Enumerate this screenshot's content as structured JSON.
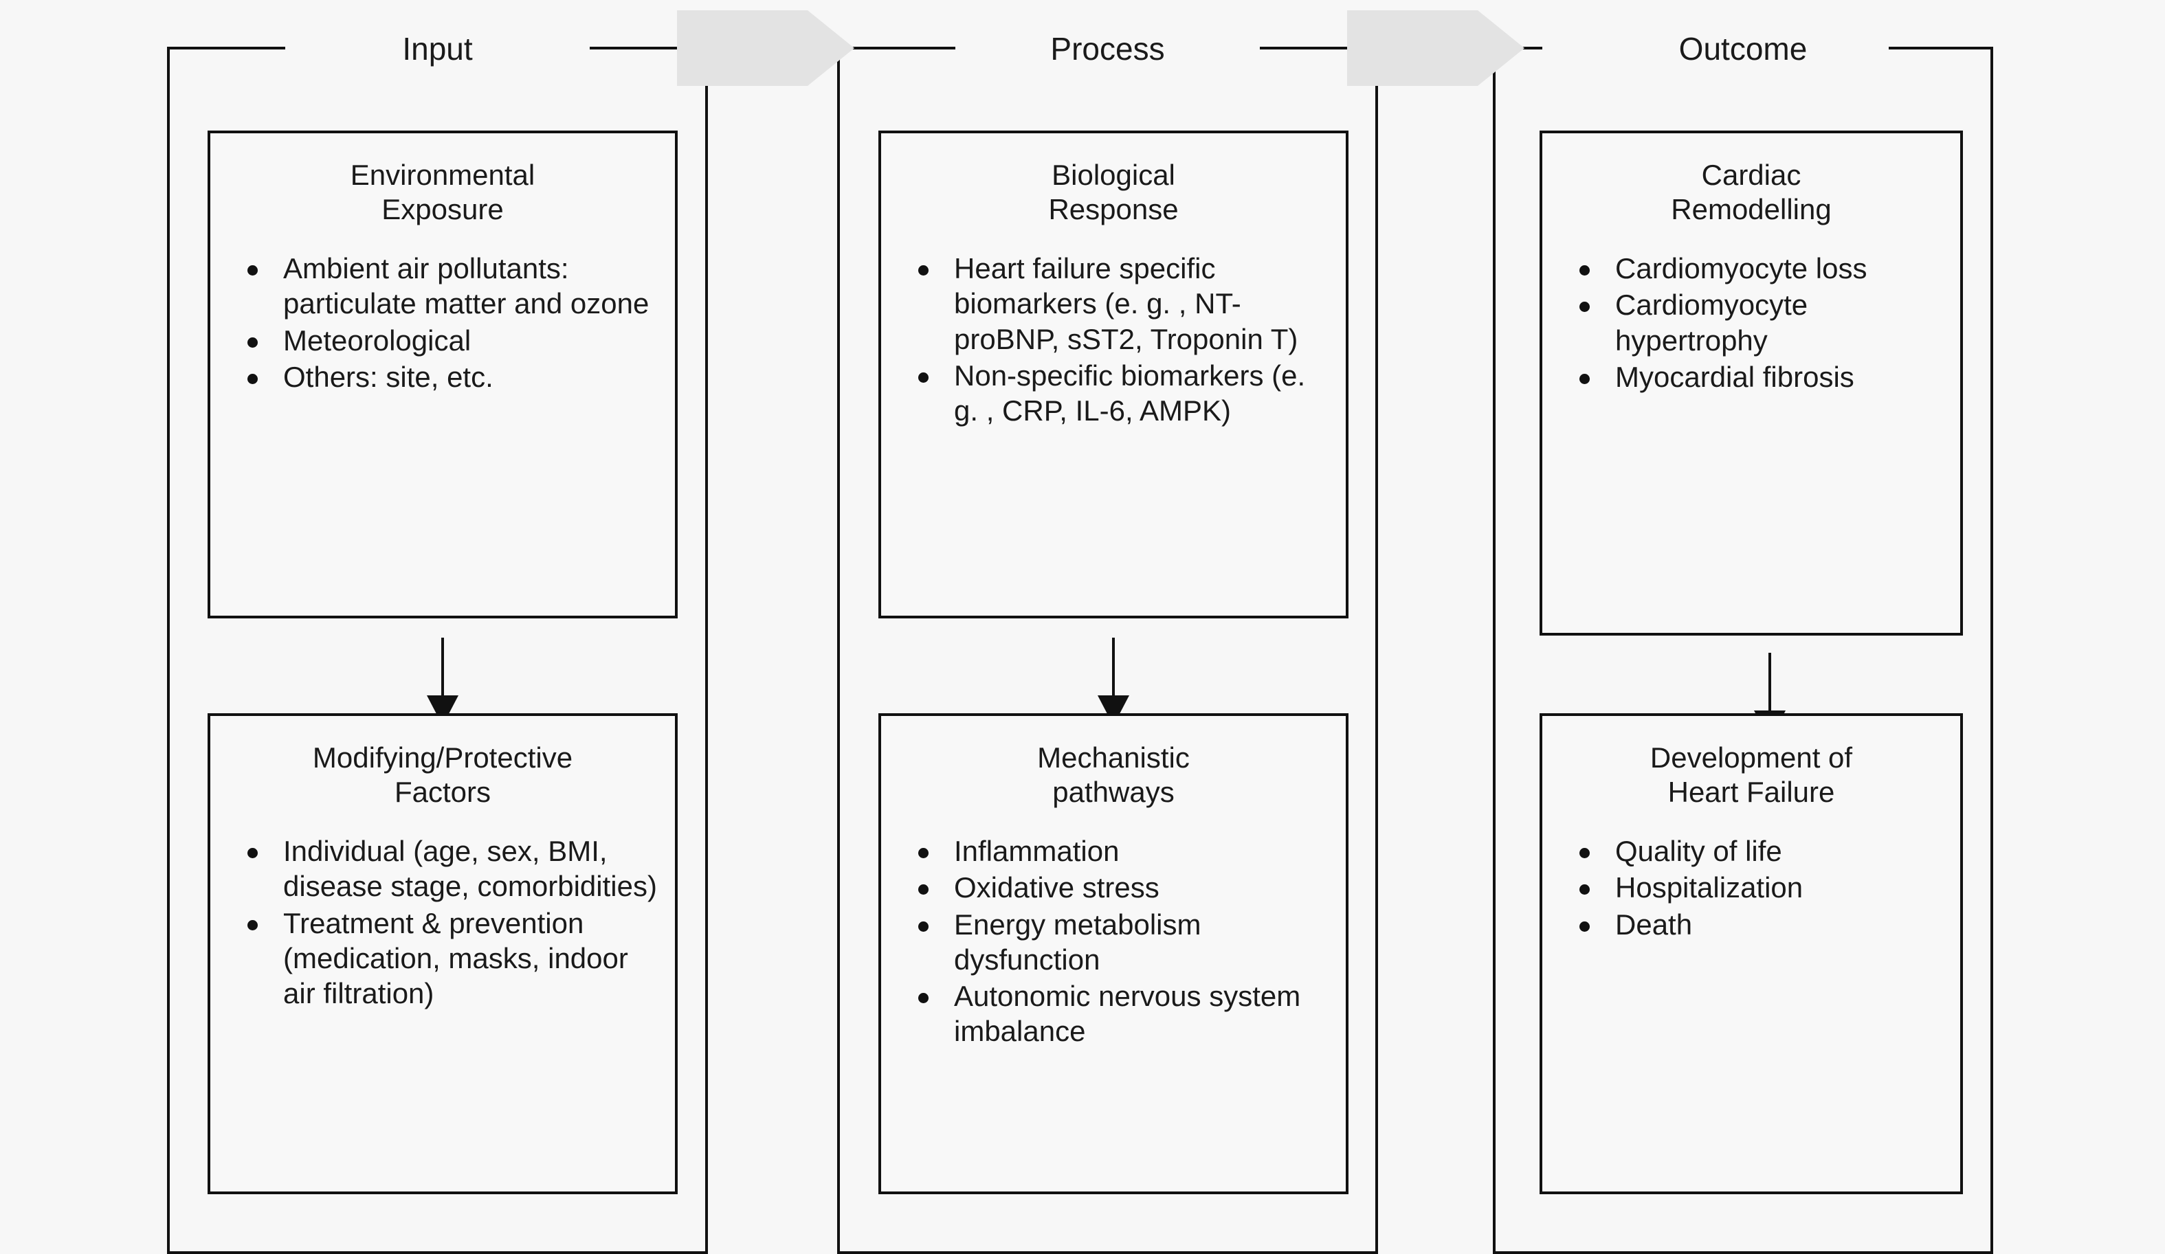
{
  "figure": {
    "background_color": "#f7f7f7",
    "line_color": "#111111",
    "arrow_fill": "#e3e3e3"
  },
  "stages": [
    {
      "id": "input",
      "label": "Input",
      "boxes": [
        {
          "id": "environmental-exposure",
          "title": "Environmental\nExposure",
          "title_line1": "Environmental",
          "title_line2": "Exposure",
          "items": [
            "Ambient air pollutants: particulate matter and ozone",
            "Meteorological",
            "Others: site, etc."
          ]
        },
        {
          "id": "modifying-protective-factors",
          "title": "Modifying/Protective\nFactors",
          "title_line1": "Modifying/Protective",
          "title_line2": "Factors",
          "items": [
            "Individual (age, sex, BMI, disease stage, comorbidities)",
            "Treatment & prevention (medication, masks, indoor air filtration)"
          ]
        }
      ]
    },
    {
      "id": "process",
      "label": "Process",
      "boxes": [
        {
          "id": "biological-response",
          "title": "Biological\nResponse",
          "title_line1": "Biological",
          "title_line2": "Response",
          "items": [
            "Heart failure specific biomarkers (e. g. , NT-proBNP, sST2, Troponin T)",
            "Non-specific biomarkers (e. g. , CRP, IL-6, AMPK)"
          ]
        },
        {
          "id": "mechanistic-pathways",
          "title": "Mechanistic\npathways",
          "title_line1": "Mechanistic",
          "title_line2": "pathways",
          "items": [
            "Inflammation",
            "Oxidative stress",
            "Energy metabolism dysfunction",
            "Autonomic nervous system imbalance"
          ]
        }
      ]
    },
    {
      "id": "outcome",
      "label": "Outcome",
      "boxes": [
        {
          "id": "cardiac-remodelling",
          "title": "Cardiac\nRemodelling",
          "title_line1": "Cardiac",
          "title_line2": "Remodelling",
          "items": [
            "Cardiomyocyte loss",
            "Cardiomyocyte hypertrophy",
            "Myocardial fibrosis"
          ]
        },
        {
          "id": "development-of-heart-failure",
          "title": "Development of\nHeart Failure",
          "title_line1": "Development of",
          "title_line2": "Heart Failure",
          "items": [
            "Quality of life",
            "Hospitalization",
            "Death"
          ]
        }
      ]
    }
  ]
}
